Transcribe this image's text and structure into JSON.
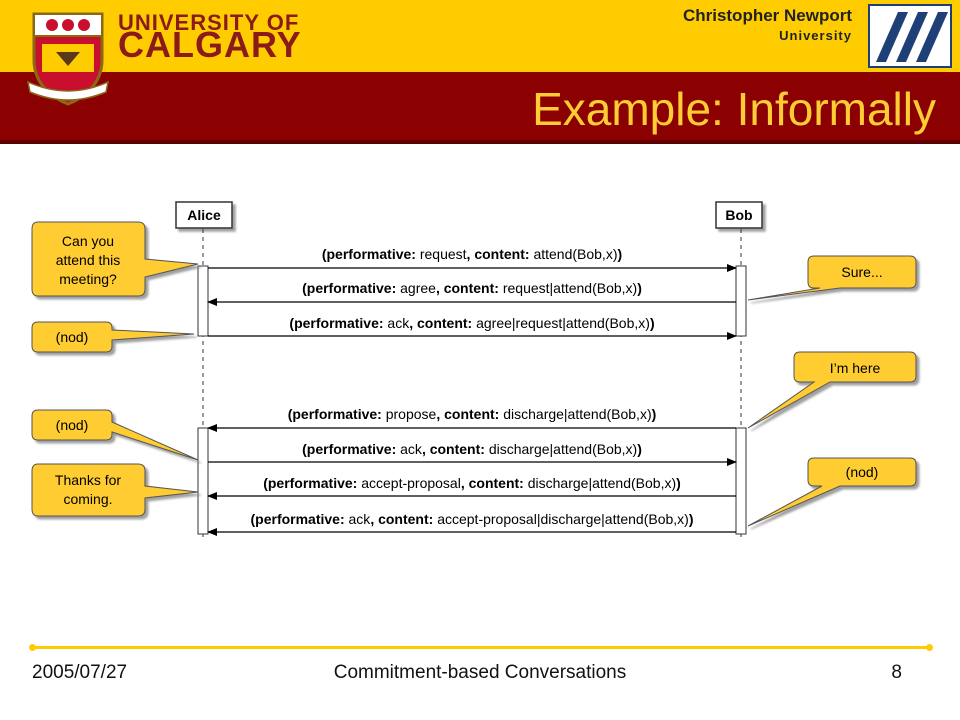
{
  "header": {
    "university_line1": "UNIVERSITY OF",
    "university_line2": "CALGARY",
    "cnu_name": "Christopher Newport",
    "cnu_sub": "University"
  },
  "slide": {
    "title": "Example: Informally"
  },
  "diagram": {
    "actors": {
      "alice": "Alice",
      "bob": "Bob"
    },
    "messages": [
      {
        "performative": "request",
        "content": "attend(Bob,x)"
      },
      {
        "performative": "agree",
        "content": "request|attend(Bob,x)"
      },
      {
        "performative": "ack",
        "content": "agree|request|attend(Bob,x)"
      },
      {
        "performative": "propose",
        "content": "discharge|attend(Bob,x)"
      },
      {
        "performative": "ack",
        "content": "discharge|attend(Bob,x)"
      },
      {
        "performative": "accept-proposal",
        "content": "discharge|attend(Bob,x)"
      },
      {
        "performative": "ack",
        "content": "accept-proposal|discharge|attend(Bob,x)"
      }
    ],
    "labels": {
      "open_paren": "(",
      "performative_key": "performative:",
      "content_key": "content:",
      "comma": ",",
      "close_paren": ")"
    },
    "callouts": {
      "can_you_attend": [
        "Can you",
        "attend this",
        "meeting?"
      ],
      "nod_1": "(nod)",
      "sure": "Sure...",
      "im_here": "I’m here",
      "nod_2": "(nod)",
      "thanks": [
        "Thanks for",
        "coming."
      ],
      "nod_3": "(nod)"
    }
  },
  "footer": {
    "date": "2005/07/27",
    "title": "Commitment-based Conversations",
    "page": "8"
  },
  "colors": {
    "yellow": "#ffcc00",
    "maroon": "#8b0000",
    "title_text": "#ffcc33",
    "callout_fill": "#ffcc33"
  }
}
